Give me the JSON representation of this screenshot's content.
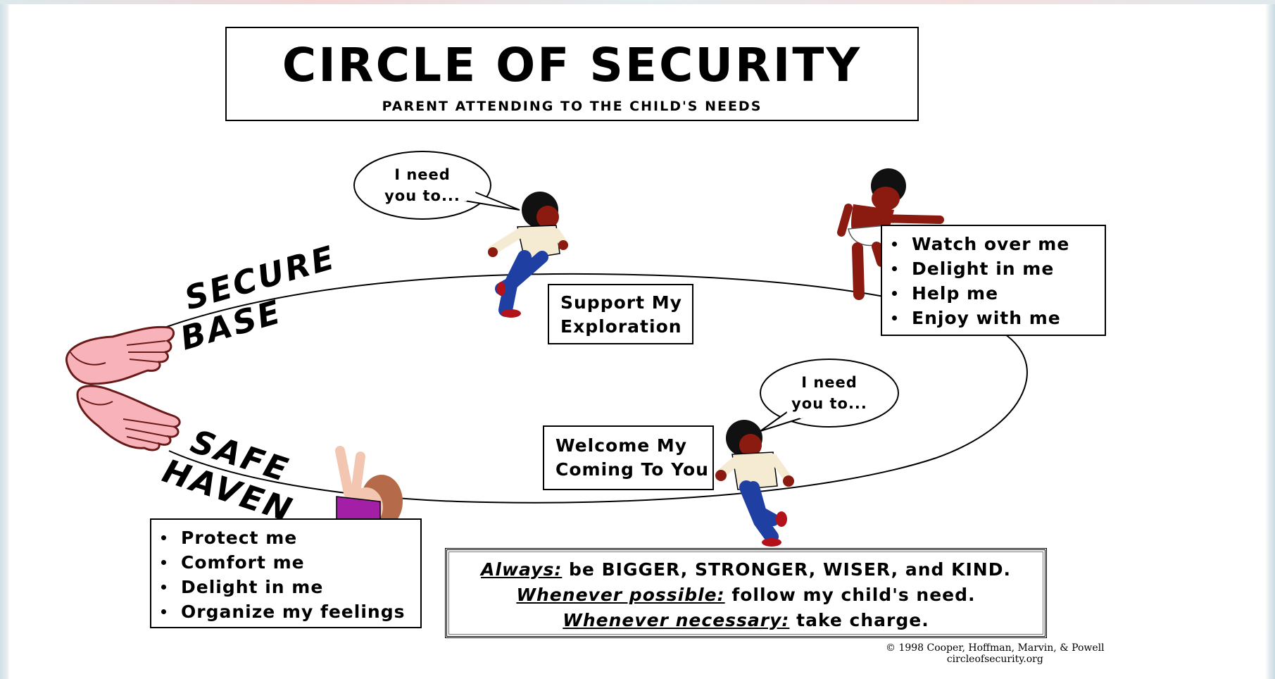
{
  "title": "CIRCLE OF SECURITY",
  "subtitle": "PARENT ATTENDING TO THE CHILD'S NEEDS",
  "arc_labels": {
    "secure": "SECURE",
    "base": "BASE",
    "safe": "SAFE",
    "haven": "HAVEN"
  },
  "bubbles": {
    "top": [
      "I need",
      "you to..."
    ],
    "bottom": [
      "I need",
      "you to..."
    ]
  },
  "support_box": [
    "Support My",
    "Exploration"
  ],
  "welcome_box": [
    "Welcome My",
    "Coming To You"
  ],
  "top_needs": [
    "Watch over me",
    "Delight in me",
    "Help me",
    "Enjoy with me"
  ],
  "bottom_needs": [
    "Protect me",
    "Comfort me",
    "Delight in me",
    "Organize my feelings"
  ],
  "rules": [
    {
      "lead": "Always:",
      "text": " be BIGGER, STRONGER, WISER, and KIND."
    },
    {
      "lead": "Whenever possible:",
      "text": " follow my child's need."
    },
    {
      "lead": "Whenever necessary:",
      "text": " take charge."
    }
  ],
  "credit": [
    "© 1998 Cooper, Hoffman, Marvin, & Powell",
    "circleofsecurity.org"
  ],
  "colors": {
    "skin_hand": "#f7b3b9",
    "hand_outline": "#6b1a1a",
    "child_skin_dark": "#8b1a10",
    "shirt": "#f5ead2",
    "pants": "#1f3fa3",
    "shoes": "#b3121a",
    "toddler_top": "#a21fa6",
    "toddler_hair": "#b56b4a"
  }
}
